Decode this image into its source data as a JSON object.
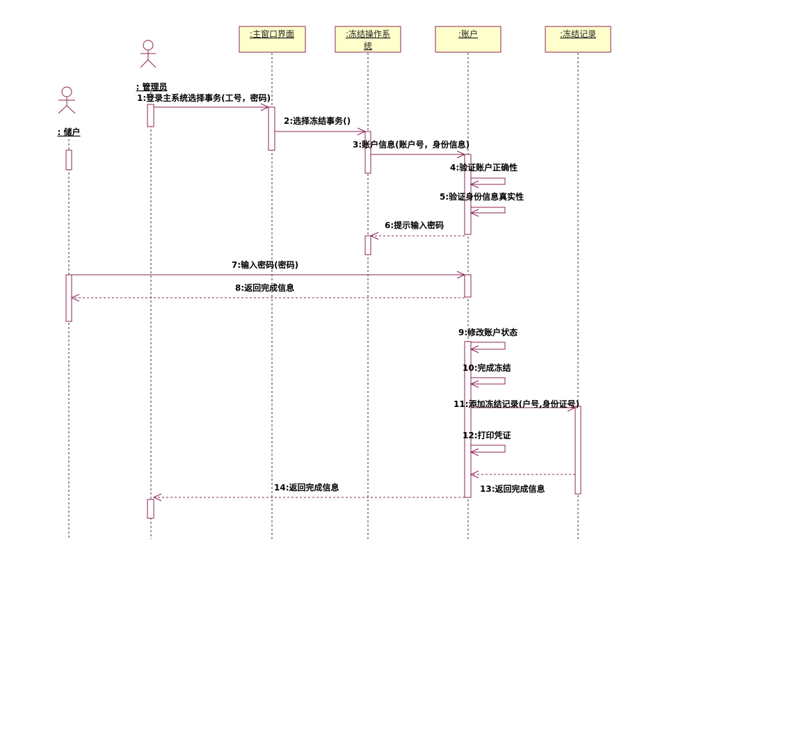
{
  "actors": [
    {
      "id": "customer",
      "name": ": 储户"
    },
    {
      "id": "admin",
      "name": ": 管理员"
    }
  ],
  "objects": [
    {
      "id": "mainwin",
      "name_lines": [
        ":主窗口界面"
      ]
    },
    {
      "id": "freezesys",
      "name_lines": [
        ":冻结操作系",
        "统"
      ]
    },
    {
      "id": "account",
      "name_lines": [
        ":账户"
      ]
    },
    {
      "id": "freezerec",
      "name_lines": [
        ":冻结记录"
      ]
    }
  ],
  "messages": [
    {
      "id": "m1",
      "label": "1:登录主系统选择事务(工号，密码)"
    },
    {
      "id": "m2",
      "label": "2:选择冻结事务()"
    },
    {
      "id": "m3",
      "label": "3:账户信息(账户号，身份信息)"
    },
    {
      "id": "m4",
      "label": "4:验证账户正确性"
    },
    {
      "id": "m5",
      "label": "5:验证身份信息真实性"
    },
    {
      "id": "m6",
      "label": "6:提示输入密码"
    },
    {
      "id": "m7",
      "label": "7:输入密码(密码)"
    },
    {
      "id": "m8",
      "label": "8:返回完成信息"
    },
    {
      "id": "m9",
      "label": "9:修改账户状态"
    },
    {
      "id": "m10",
      "label": "10:完成冻结"
    },
    {
      "id": "m11",
      "label": "11:添加冻结记录(户号,身份证号)"
    },
    {
      "id": "m12",
      "label": "12:打印凭证"
    },
    {
      "id": "m13",
      "label": "13:返回完成信息"
    },
    {
      "id": "m14",
      "label": "14:返回完成信息"
    }
  ]
}
